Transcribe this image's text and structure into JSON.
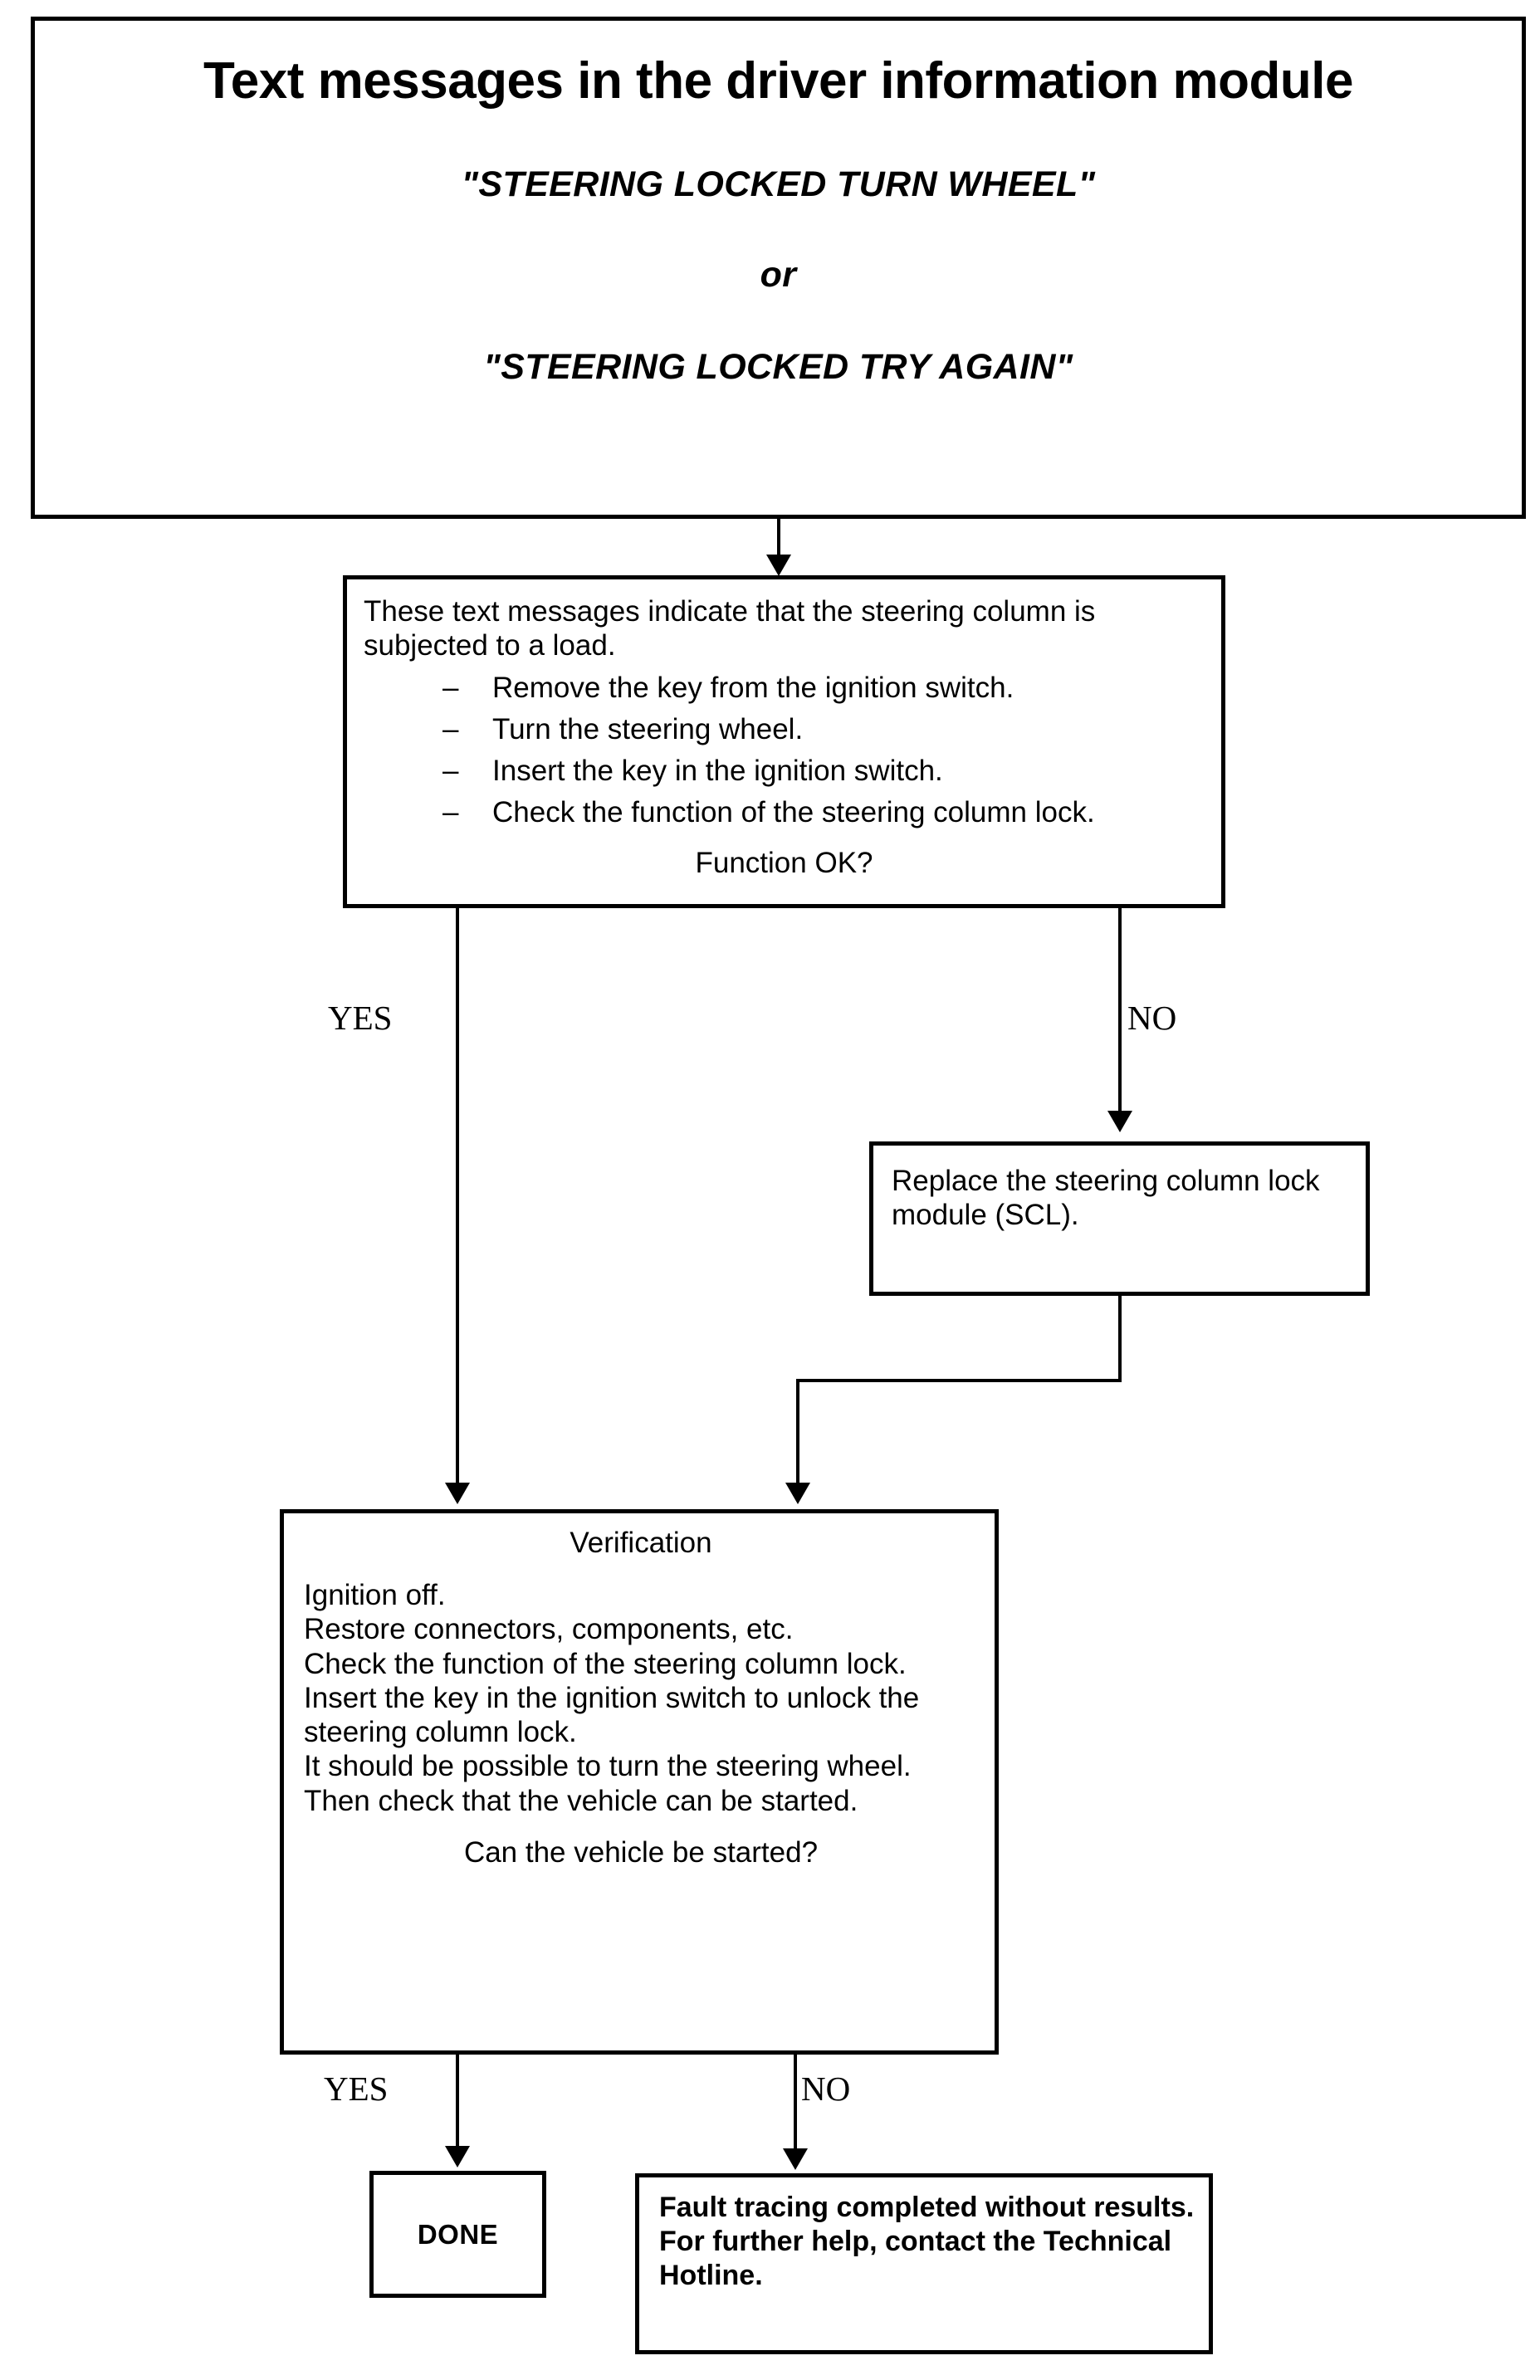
{
  "header": {
    "title": "Text messages in the driver information module",
    "message_1": "\"STEERING LOCKED TURN WHEEL\"",
    "conjunction": "or",
    "message_2": "\"STEERING LOCKED TRY AGAIN\""
  },
  "instruction_box": {
    "intro": "These text messages indicate that the steering column is subjected to a load.",
    "dash": "–",
    "steps": [
      "Remove the key from the ignition switch.",
      "Turn the steering wheel.",
      "Insert the key in the ignition switch.",
      "Check the function of the steering column lock."
    ],
    "question": "Function OK?"
  },
  "replace_box": {
    "text": "Replace the steering column lock module (SCL)."
  },
  "verification_box": {
    "title": "Verification",
    "lines": [
      "Ignition off.",
      "Restore connectors, components, etc.",
      "Check the function of the steering column lock.",
      "Insert the key in the ignition switch to unlock the steering column lock.",
      "It should be possible to turn the steering wheel.",
      "Then check that the vehicle can be started."
    ],
    "question": "Can the vehicle be started?"
  },
  "done_box": {
    "label": "DONE"
  },
  "fault_box": {
    "line_1": "Fault tracing completed without results.",
    "line_2": "For further help, contact the Technical Hotline."
  },
  "edge_labels": {
    "yes_top": "YES",
    "no_top": "NO",
    "yes_bottom": "YES",
    "no_bottom": "NO"
  },
  "colors": {
    "stroke": "#000000",
    "background": "#ffffff"
  }
}
